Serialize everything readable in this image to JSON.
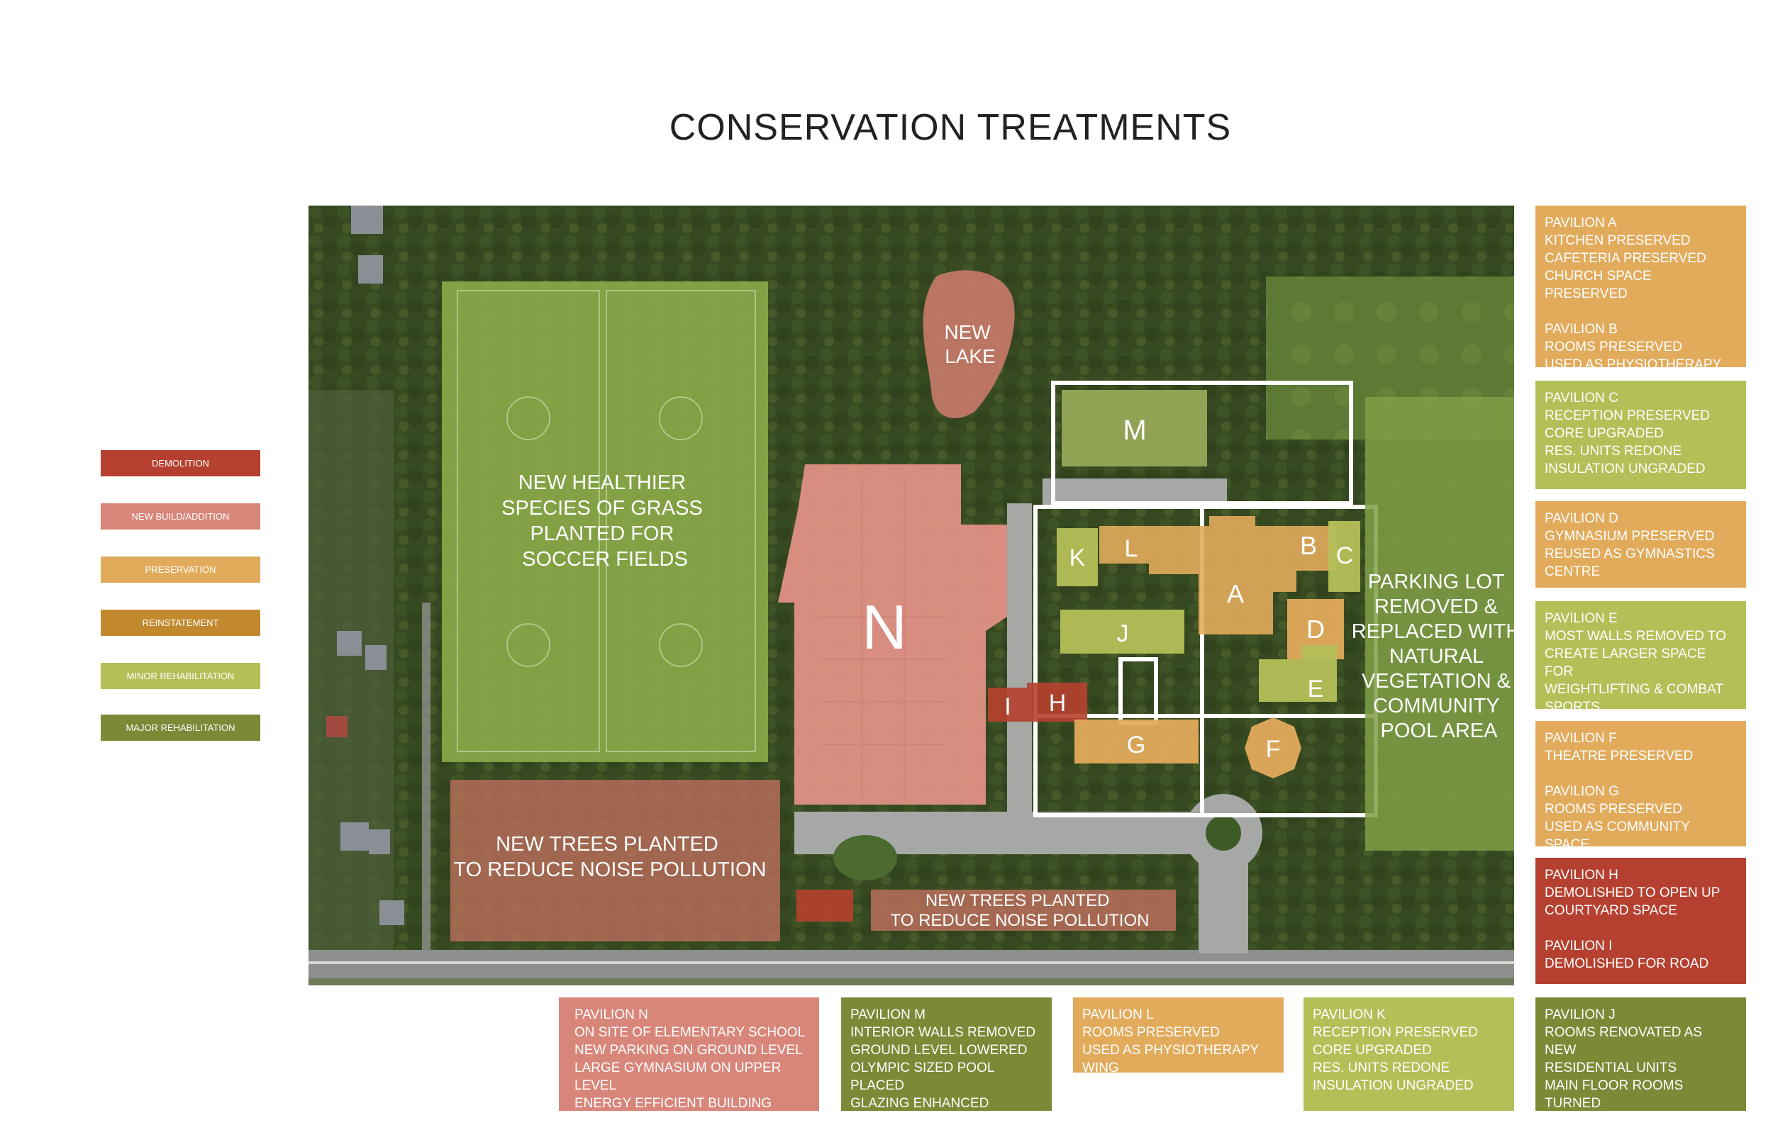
{
  "title": "CONSERVATION TREATMENTS",
  "colors": {
    "demolition": "#b6402f",
    "new_build": "#d9867a",
    "preservation": "#e2ab5c",
    "reinstatement": "#c2892f",
    "minor_rehab": "#b5bf58",
    "major_rehab": "#7a8a36"
  },
  "legend": [
    {
      "label": "DEMOLITION",
      "color": "#b6402f"
    },
    {
      "label": "NEW BUILD/ADDITION",
      "color": "#d9867a"
    },
    {
      "label": "PRESERVATION",
      "color": "#e2ab5c"
    },
    {
      "label": "REINSTATEMENT",
      "color": "#c2892f"
    },
    {
      "label": "MINOR REHABILITATION",
      "color": "#b5bf58"
    },
    {
      "label": "MAJOR REHABILITATION",
      "color": "#7a8a36"
    }
  ],
  "right_boxes": [
    {
      "text": "PAVILION A\nKITCHEN PRESERVED\nCAFETERIA PRESERVED\nCHURCH SPACE PRESERVED\n\nPAVILION B\nROOMS PRESERVED\nUSED AS PHYSIOTHERAPY WING",
      "color": "#e2ab5c"
    },
    {
      "text": "PAVILION C\nRECEPTION PRESERVED\nCORE UPGRADED\nRES. UNITS REDONE\nINSULATION UNGRADED",
      "color": "#b5bf58"
    },
    {
      "text": "PAVILION D\nGYMNASIUM PRESERVED\nREUSED AS GYMNASTICS\nCENTRE",
      "color": "#e2ab5c"
    },
    {
      "text": "PAVILION E\nMOST WALLS REMOVED TO\nCREATE LARGER SPACE FOR\nWEIGHTLIFTING & COMBAT\nSPORTS",
      "color": "#b5bf58"
    },
    {
      "text": "PAVILION F\nTHEATRE PRESERVED\n\nPAVILION G\nROOMS PRESERVED\nUSED AS COMMUNITY SPACE",
      "color": "#e2ab5c"
    },
    {
      "text": "PAVILION H\nDEMOLISHED TO OPEN UP\nCOURTYARD SPACE\n\nPAVILION I\nDEMOLISHED FOR ROAD",
      "color": "#b6402f"
    },
    {
      "text": "PAVILION J\nROOMS RENOVATED AS NEW\nRESIDENTIAL UNITS\nMAIN FLOOR ROOMS TURNED\nINTO RECREATIONAL SPACE",
      "color": "#7a8a36"
    }
  ],
  "bottom_boxes": [
    {
      "text": "PAVILION N\nON SITE OF ELEMENTARY SCHOOL\nNEW PARKING ON GROUND LEVEL\nLARGE GYMNASIUM ON UPPER LEVEL\nENERGY EFFICIENT BUILDING",
      "color": "#d9867a"
    },
    {
      "text": "PAVILION M\nINTERIOR WALLS REMOVED\nGROUND LEVEL LOWERED\nOLYMPIC SIZED POOL PLACED\nGLAZING ENHANCED",
      "color": "#7a8a36"
    },
    {
      "text": "PAVILION L\nROOMS PRESERVED\nUSED AS PHYSIOTHERAPY WING",
      "color": "#e2ab5c"
    },
    {
      "text": "PAVILION K\nRECEPTION PRESERVED\nCORE UPGRADED\nRES. UNITS REDONE\nINSULATION UNGRADED",
      "color": "#b5bf58"
    }
  ],
  "map_labels": {
    "grass": [
      "NEW HEALTHIER",
      "SPECIES OF GRASS",
      "PLANTED FOR",
      "SOCCER FIELDS"
    ],
    "trees_left": [
      "NEW TREES PLANTED",
      "TO REDUCE NOISE POLLUTION"
    ],
    "trees_bottom": [
      "NEW TREES PLANTED",
      "TO REDUCE NOISE POLLUTION"
    ],
    "lake": [
      "NEW",
      "LAKE"
    ],
    "parking": [
      "PARKING LOT",
      "REMOVED &",
      "REPLACED WITH",
      "NATURAL",
      "VEGETATION &",
      "COMMUNITY",
      "POOL AREA"
    ],
    "pavilions": {
      "A": "A",
      "B": "B",
      "C": "C",
      "D": "D",
      "E": "E",
      "F": "F",
      "G": "G",
      "H": "H",
      "I": "I",
      "J": "J",
      "K": "K",
      "L": "L",
      "M": "M",
      "N": "N"
    }
  }
}
